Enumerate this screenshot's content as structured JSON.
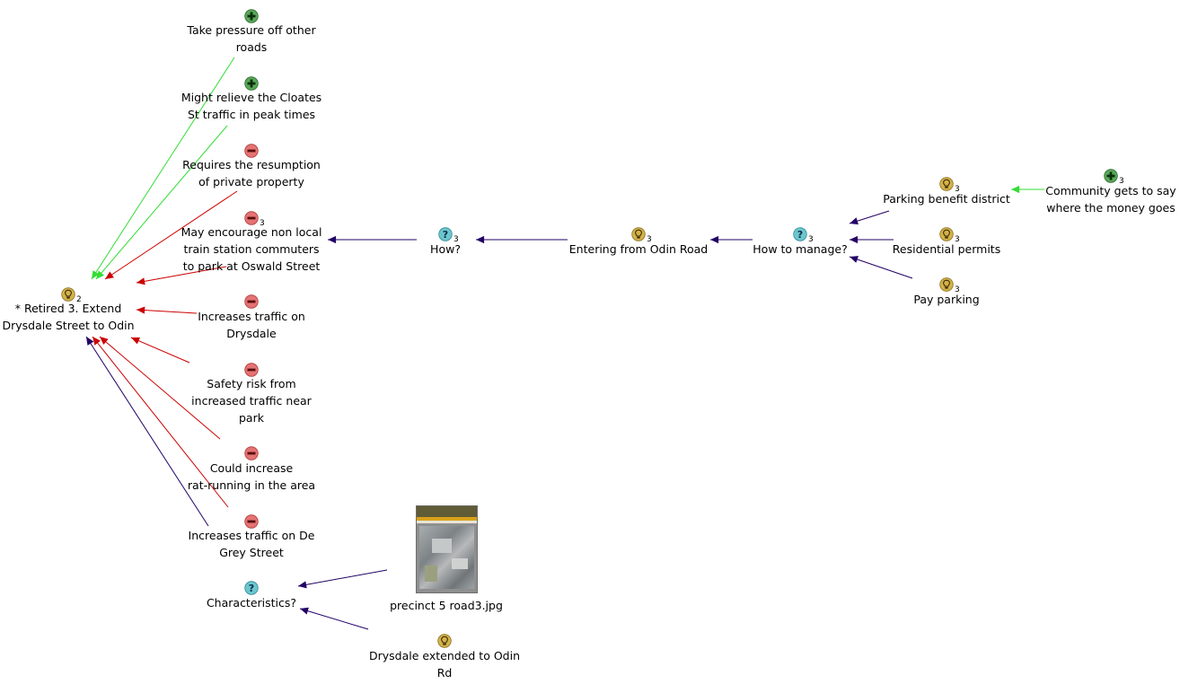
{
  "colors": {
    "pro": "#2e7d32",
    "con": "#c62828",
    "question": "#4fb3bf",
    "idea": "#c9a227",
    "link_pro": "#33dd33",
    "link_con": "#cc0000",
    "link_neutral": "#220066"
  },
  "nodes": [
    {
      "id": "pro1",
      "type": "pro",
      "icon": "plus-icon",
      "lines": [
        "Take pressure off other",
        "roads"
      ],
      "count": ""
    },
    {
      "id": "pro2",
      "type": "pro",
      "icon": "plus-icon",
      "lines": [
        "Might relieve the Cloates",
        "St traffic in peak times"
      ],
      "count": ""
    },
    {
      "id": "con1",
      "type": "con",
      "icon": "minus-icon",
      "lines": [
        "Requires the resumption",
        "of private property"
      ],
      "count": ""
    },
    {
      "id": "con2",
      "type": "con",
      "icon": "minus-icon",
      "lines": [
        "May encourage non local",
        "train station commuters",
        "to park at Oswald Street"
      ],
      "count": "3"
    },
    {
      "id": "con3",
      "type": "con",
      "icon": "minus-icon",
      "lines": [
        "Increases traffic on",
        "Drysdale"
      ],
      "count": ""
    },
    {
      "id": "con4",
      "type": "con",
      "icon": "minus-icon",
      "lines": [
        "Safety risk from",
        "increased traffic near",
        "park"
      ],
      "count": ""
    },
    {
      "id": "con5",
      "type": "con",
      "icon": "minus-icon",
      "lines": [
        "Could increase",
        "rat-running in the area"
      ],
      "count": ""
    },
    {
      "id": "con6",
      "type": "con",
      "icon": "minus-icon",
      "lines": [
        "Increases traffic on De",
        "Grey Street"
      ],
      "count": ""
    },
    {
      "id": "main",
      "type": "idea",
      "icon": "lightbulb-icon",
      "lines": [
        "* Retired 3. Extend",
        "Drysdale Street to Odin"
      ],
      "count": "2"
    },
    {
      "id": "q_char",
      "type": "question",
      "icon": "question-icon",
      "lines": [
        "Characteristics?"
      ],
      "count": ""
    },
    {
      "id": "img",
      "type": "image",
      "icon": "image-thumbnail",
      "lines": [
        "precinct 5 road3.jpg"
      ],
      "count": ""
    },
    {
      "id": "idea_drys",
      "type": "idea",
      "icon": "lightbulb-icon",
      "lines": [
        "Drysdale extended to Odin",
        "Rd"
      ],
      "count": ""
    },
    {
      "id": "q_how",
      "type": "question",
      "icon": "question-icon",
      "lines": [
        "How?"
      ],
      "count": "3"
    },
    {
      "id": "idea_enter",
      "type": "idea",
      "icon": "lightbulb-icon",
      "lines": [
        "Entering from Odin Road"
      ],
      "count": "3"
    },
    {
      "id": "q_manage",
      "type": "question",
      "icon": "question-icon",
      "lines": [
        "How to manage?"
      ],
      "count": "3"
    },
    {
      "id": "idea_pbd",
      "type": "idea",
      "icon": "lightbulb-icon",
      "lines": [
        "Parking benefit district"
      ],
      "count": "3"
    },
    {
      "id": "idea_res",
      "type": "idea",
      "icon": "lightbulb-icon",
      "lines": [
        "Residential permits"
      ],
      "count": "3"
    },
    {
      "id": "idea_pay",
      "type": "idea",
      "icon": "lightbulb-icon",
      "lines": [
        "Pay parking"
      ],
      "count": "3"
    },
    {
      "id": "pro_comm",
      "type": "pro",
      "icon": "plus-icon",
      "lines": [
        "Community gets to say",
        "where the money goes"
      ],
      "count": "3"
    }
  ],
  "links": [
    {
      "from": "pro1",
      "to": "main",
      "kind": "pro"
    },
    {
      "from": "pro2",
      "to": "main",
      "kind": "pro"
    },
    {
      "from": "con1",
      "to": "main",
      "kind": "con"
    },
    {
      "from": "con2",
      "to": "main",
      "kind": "con"
    },
    {
      "from": "con3",
      "to": "main",
      "kind": "con"
    },
    {
      "from": "con4",
      "to": "main",
      "kind": "con"
    },
    {
      "from": "con5",
      "to": "main",
      "kind": "con"
    },
    {
      "from": "con6",
      "to": "main",
      "kind": "con"
    },
    {
      "from": "q_char",
      "to": "main",
      "kind": "neutral"
    },
    {
      "from": "img",
      "to": "q_char",
      "kind": "neutral"
    },
    {
      "from": "idea_drys",
      "to": "q_char",
      "kind": "neutral"
    },
    {
      "from": "q_how",
      "to": "con2",
      "kind": "neutral"
    },
    {
      "from": "idea_enter",
      "to": "q_how",
      "kind": "neutral"
    },
    {
      "from": "q_manage",
      "to": "idea_enter",
      "kind": "neutral"
    },
    {
      "from": "idea_pbd",
      "to": "q_manage",
      "kind": "neutral"
    },
    {
      "from": "idea_res",
      "to": "q_manage",
      "kind": "neutral"
    },
    {
      "from": "idea_pay",
      "to": "q_manage",
      "kind": "neutral"
    },
    {
      "from": "pro_comm",
      "to": "idea_pbd",
      "kind": "pro"
    }
  ]
}
